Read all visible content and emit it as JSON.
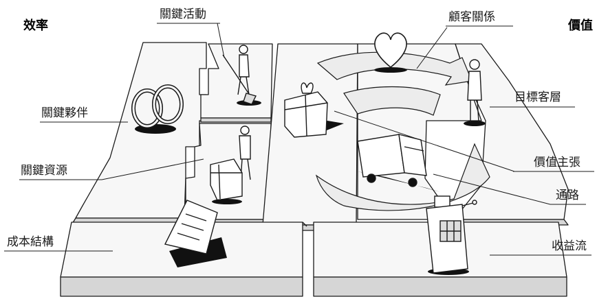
{
  "headers": {
    "efficiency": "效率",
    "value": "價值"
  },
  "labels": {
    "key_activities": "關鍵活動",
    "customer_relationships": "顧客關係",
    "key_partners": "關鍵夥伴",
    "customer_segments": "目標客層",
    "key_resources": "關鍵資源",
    "value_propositions": "價值主張",
    "channels": "通路",
    "cost_structure": "成本結構",
    "revenue_streams": "收益流"
  },
  "colors": {
    "ink": "#1a1a1a",
    "board_top": "#f7f7f7",
    "board_side": "#d6d6d6",
    "arrow_fill": "#ececec",
    "shadow": "#111111"
  }
}
